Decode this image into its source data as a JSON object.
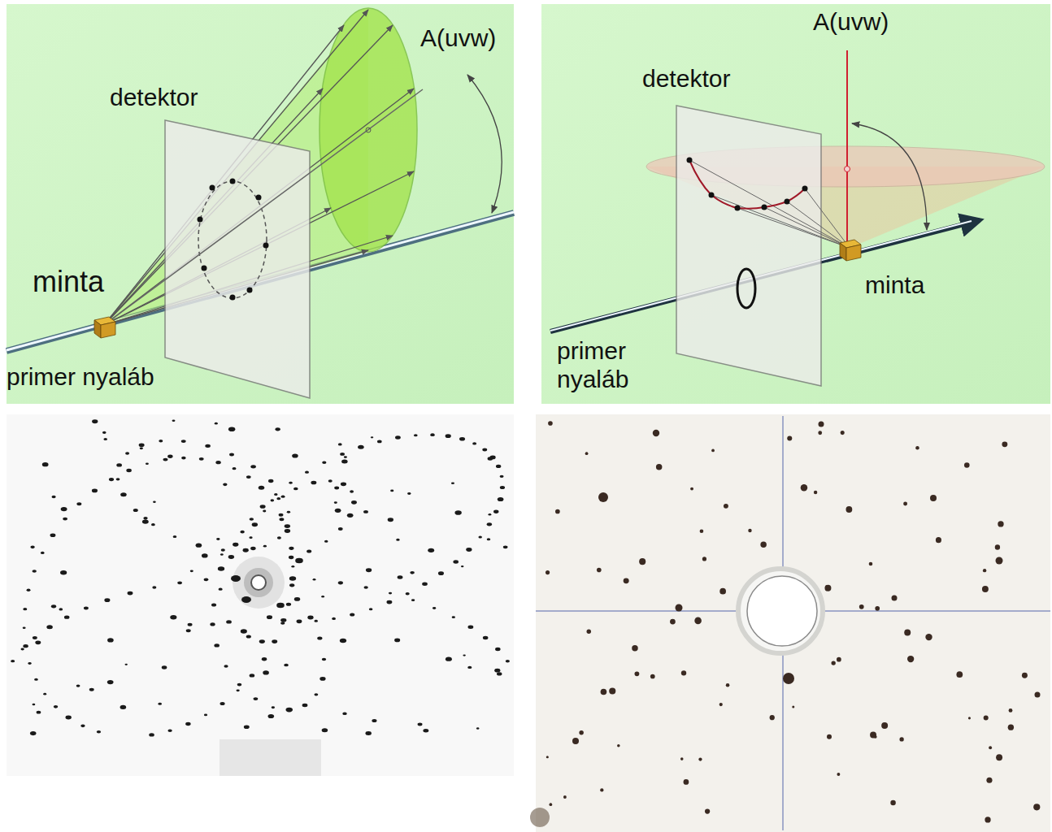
{
  "diagram": {
    "labels": [
      "A(uvw)",
      "detektor",
      "minta",
      "primer nyaláb",
      "A(uvw)",
      "detektor",
      "minta",
      "primer nyaláb"
    ]
  }
}
